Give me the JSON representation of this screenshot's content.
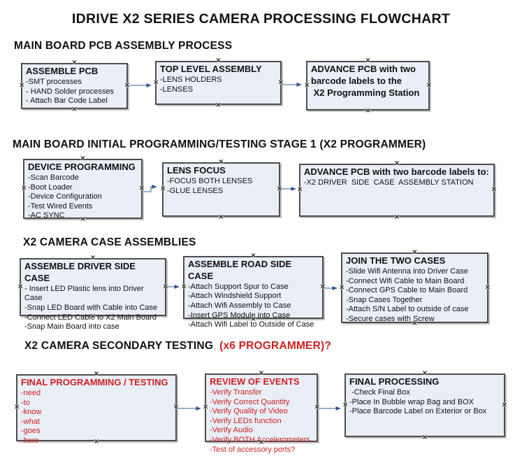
{
  "title": "IDRIVE X2  SERIES CAMERA PROCESSING FLOWCHART",
  "handle_glyph": "×",
  "colors": {
    "red": "#cc2222",
    "box_fill": "#e9eef7",
    "box_border": "#4d4d4d",
    "line": "#7b97bb",
    "arrow": "#2d4f92",
    "text": "#111111",
    "bg": "#ffffff"
  },
  "sections": [
    {
      "heading": "MAIN BOARD PCB ASSEMBLY PROCESS",
      "boxes": [
        {
          "title": "ASSEMBLE PCB",
          "items": [
            "-SMT processes",
            "- HAND Solder processes",
            "- Attach Bar Code Label"
          ]
        },
        {
          "title": "TOP LEVEL ASSEMBLY",
          "items": [
            "-LENS HOLDERS",
            "-LENSES"
          ]
        },
        {
          "title": "ADVANCE PCB with two\nbarcode labels to the\n X2 Programming Station",
          "items": []
        }
      ]
    },
    {
      "heading": "MAIN BOARD INITIAL PROGRAMMING/TESTING STAGE 1 (X2 PROGRAMMER)",
      "boxes": [
        {
          "title": "DEVICE PROGRAMMING",
          "items": [
            "-Scan Barcode",
            "-Boot Loader",
            "-Device Configuration",
            "-Test Wired Events",
            "-AC SYNC"
          ]
        },
        {
          "title": "LENS FOCUS",
          "items": [
            "-FOCUS BOTH LENSES",
            "-GLUE LENSES"
          ]
        },
        {
          "title": "ADVANCE PCB with two barcode labels to:",
          "items": [
            "-X2 DRIVER  SIDE  CASE  ASSEMBLY STATION"
          ]
        }
      ]
    },
    {
      "heading": "X2 CAMERA CASE ASSEMBLIES",
      "boxes": [
        {
          "title": "ASSEMBLE DRIVER SIDE CASE",
          "items": [
            "- Insert LED Plastic lens into Driver Case",
            "-Snap LED Board with Cable into Case",
            "-Connect LED Cable to X2 Main Board",
            "-Snap Main Board into case"
          ]
        },
        {
          "title": "ASSEMBLE ROAD SIDE CASE",
          "items": [
            "-Attach Support Spur to Case",
            "-Attach Windshield Support",
            "-Attach Wifi Assembly to Case",
            "-Insert GPS Module into Case",
            "-Attach Wifi Label to Outside of Case"
          ]
        },
        {
          "title": "JOIN THE TWO CASES",
          "items": [
            "-Slide Wifi Antenna into Driver Case",
            "-Connect Wifi Cable to Main Board",
            "-Connect GPS Cable to Main Board",
            "-Snap Cases Together",
            "-Attach S/N Label to outside of case",
            "-Secure cases with Screw"
          ]
        }
      ]
    },
    {
      "heading": "X2 CAMERA SECONDARY TESTING",
      "heading_red": "(x6 PROGRAMMER)?",
      "boxes": [
        {
          "title": "FINAL PROGRAMMING / TESTING",
          "color": "red",
          "items": [
            "-need",
            "-to",
            "-know",
            "-what",
            "-goes",
            "-here"
          ]
        },
        {
          "title": "REVIEW OF EVENTS",
          "color": "red",
          "items": [
            "-Verify Transfer",
            "-Verify Correct Quantity",
            "-Verify Quality of Video",
            "-Verify LEDs function",
            "-Verify Audio",
            "-Verify BOTH Accelerometers",
            "-Test of accessory ports?"
          ]
        },
        {
          "title": "FINAL PROCESSING",
          "items": [
            " -Check Final Box",
            "-Place In Bubble wrap Bag and BOX",
            "-Place Barcode Label on Exterior or Box"
          ]
        }
      ]
    }
  ]
}
